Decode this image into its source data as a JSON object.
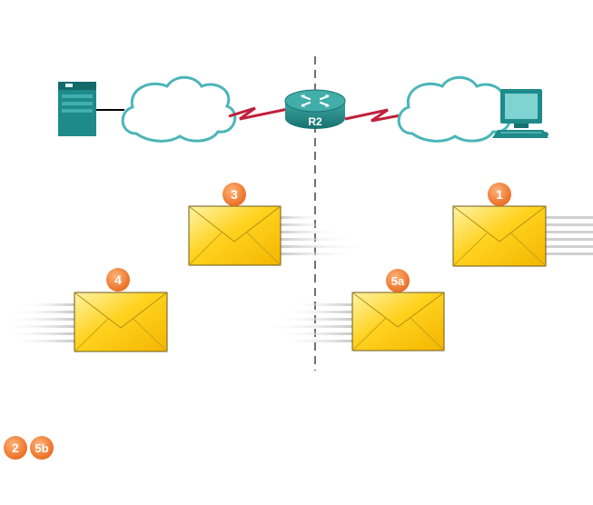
{
  "diagram": {
    "router": {
      "label": "R2",
      "icon": "router-icon"
    },
    "server": {
      "icon": "server-icon"
    },
    "workstation": {
      "icon": "pc-icon"
    },
    "clouds": [
      "cloud-icon",
      "cloud-icon"
    ],
    "serial_links": [
      "serial-link-icon",
      "serial-link-icon"
    ],
    "divider": "dashed-line",
    "envelopes": [
      {
        "step": "3",
        "direction": "left"
      },
      {
        "step": "1",
        "direction": "left"
      },
      {
        "step": "4",
        "direction": "right"
      },
      {
        "step": "5a",
        "direction": "right"
      }
    ],
    "extra_badges": [
      "2",
      "5b"
    ],
    "colors": {
      "badge": "#f07c2e",
      "envelope": "#ffd21e",
      "envelope_border": "#6b5a20",
      "device_teal": "#1e8a8a",
      "cloud_border": "#4cb5b9",
      "serial_link": "#c0203a",
      "divider": "#707070"
    }
  }
}
